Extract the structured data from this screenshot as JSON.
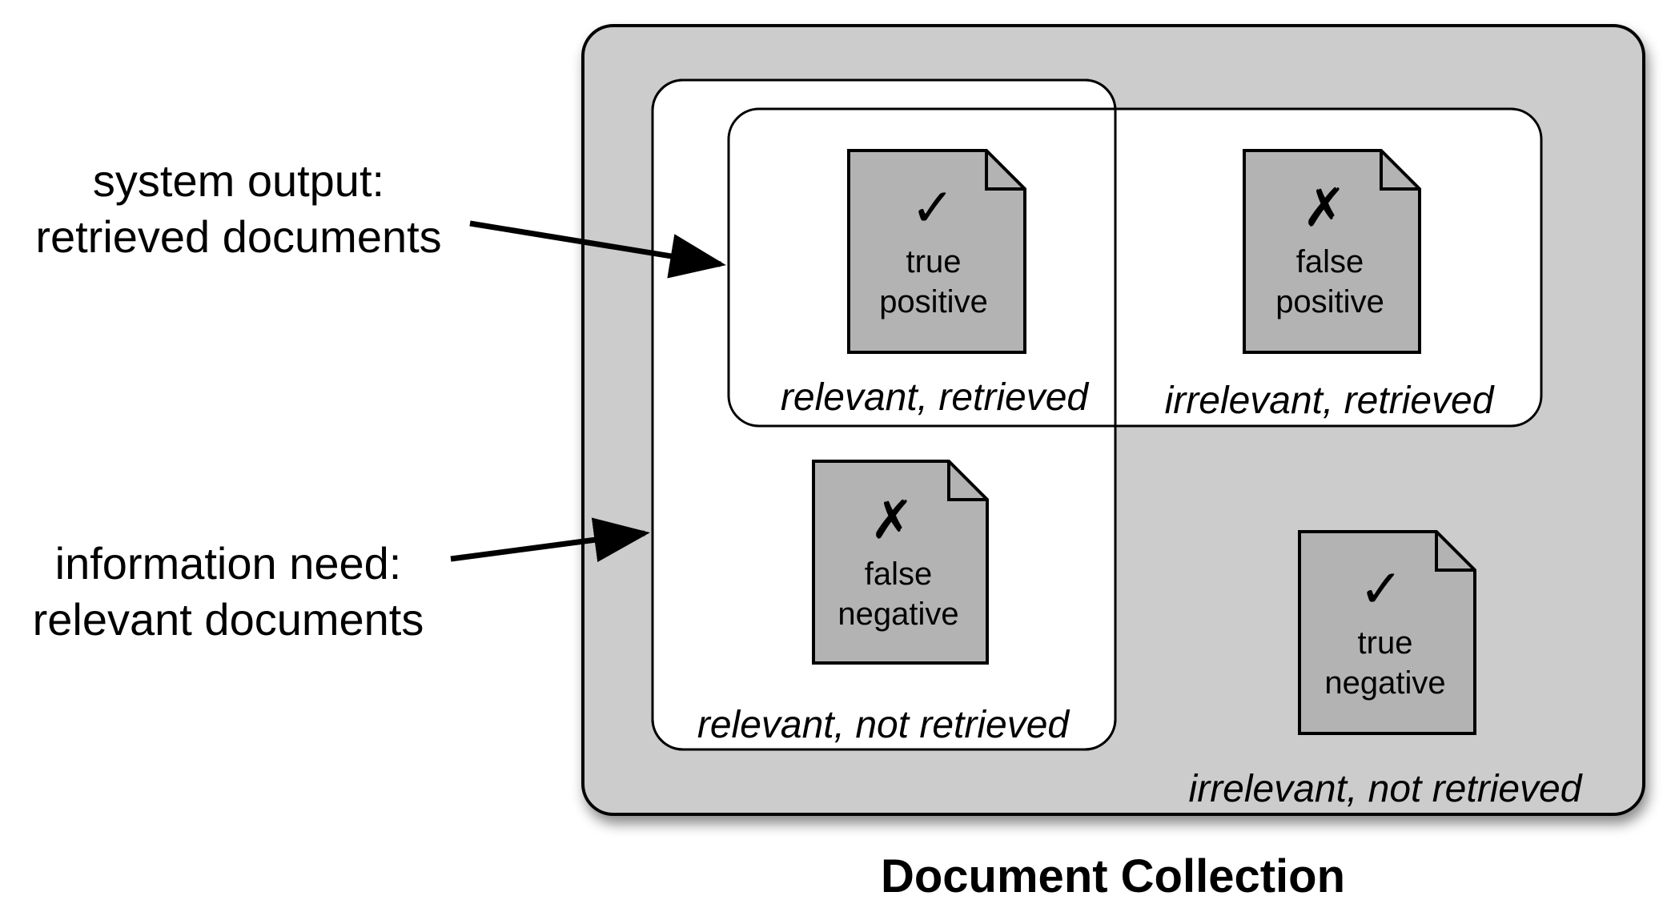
{
  "side_labels": {
    "system_output": {
      "line1": "system output:",
      "line2": "retrieved documents"
    },
    "information_need": {
      "line1": "information need:",
      "line2": "relevant documents"
    }
  },
  "regions": {
    "relevant_retrieved": "relevant, retrieved",
    "irrelevant_retrieved": "irrelevant, retrieved",
    "relevant_not_retrieved": "relevant, not retrieved",
    "irrelevant_not_retrieved": "irrelevant, not retrieved"
  },
  "documents": [
    {
      "line1": "true",
      "line2": "positive",
      "mark": "✓",
      "mark_icon": "check-icon"
    },
    {
      "line1": "false",
      "line2": "positive",
      "mark": "✗",
      "mark_icon": "cross-icon"
    },
    {
      "line1": "false",
      "line2": "negative",
      "mark": "✗",
      "mark_icon": "cross-icon"
    },
    {
      "line1": "true",
      "line2": "negative",
      "mark": "✓",
      "mark_icon": "check-icon"
    }
  ],
  "collection_title": "Document Collection",
  "colors": {
    "collection_fill": "#cccccc",
    "document_fill": "#b3b3b3",
    "region_fill": "#ffffff",
    "stroke": "#000000"
  }
}
